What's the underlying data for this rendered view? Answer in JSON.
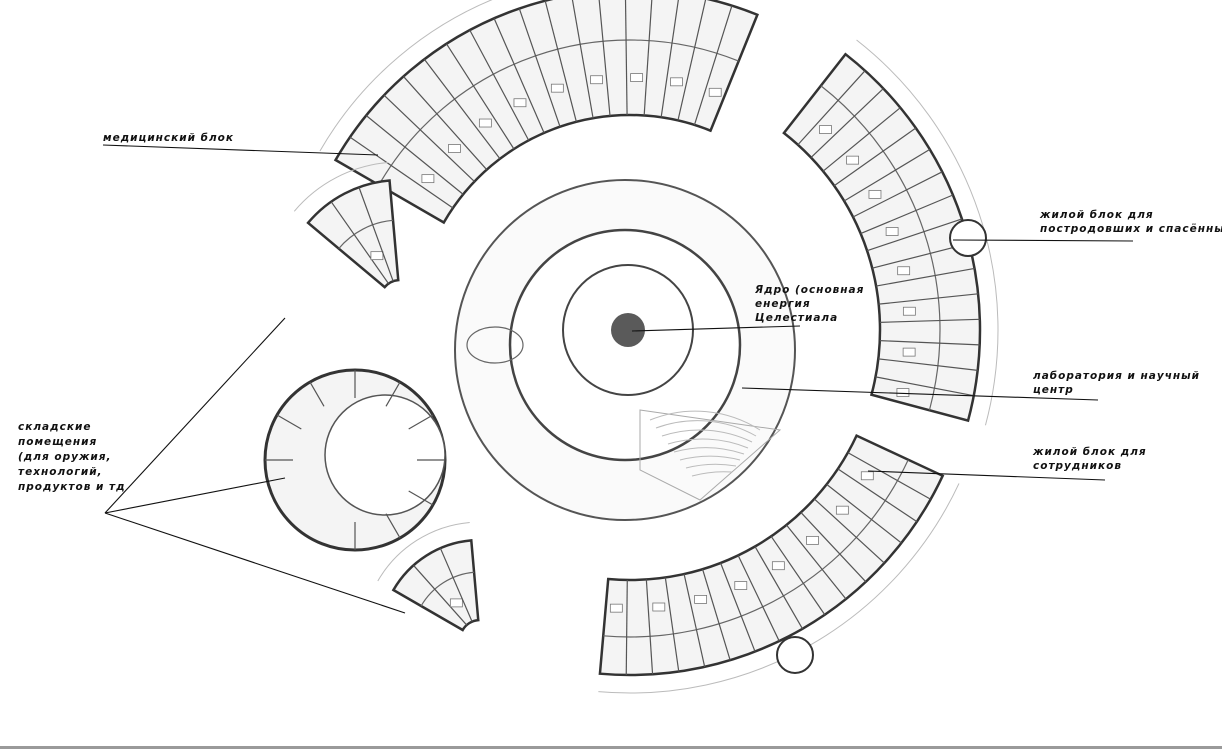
{
  "labels": {
    "medical": "медицинский блок",
    "residential_victims": [
      "жилой блок для",
      "постродовших и спасённых"
    ],
    "core": [
      "Ядро (основная",
      "енергия",
      "Целестиала"
    ],
    "laboratory": [
      "лаборатория и научный",
      "центр"
    ],
    "residential_staff": [
      "жилой блок для",
      "сотрудников"
    ],
    "storage": [
      "складские",
      "помещения",
      "(для оружия,",
      "технологий,",
      "продуктов и тд"
    ]
  },
  "colors": {
    "wall": "#333333",
    "fill": "#f4f4f4",
    "core": "#5a5a5a",
    "line": "#111111"
  }
}
